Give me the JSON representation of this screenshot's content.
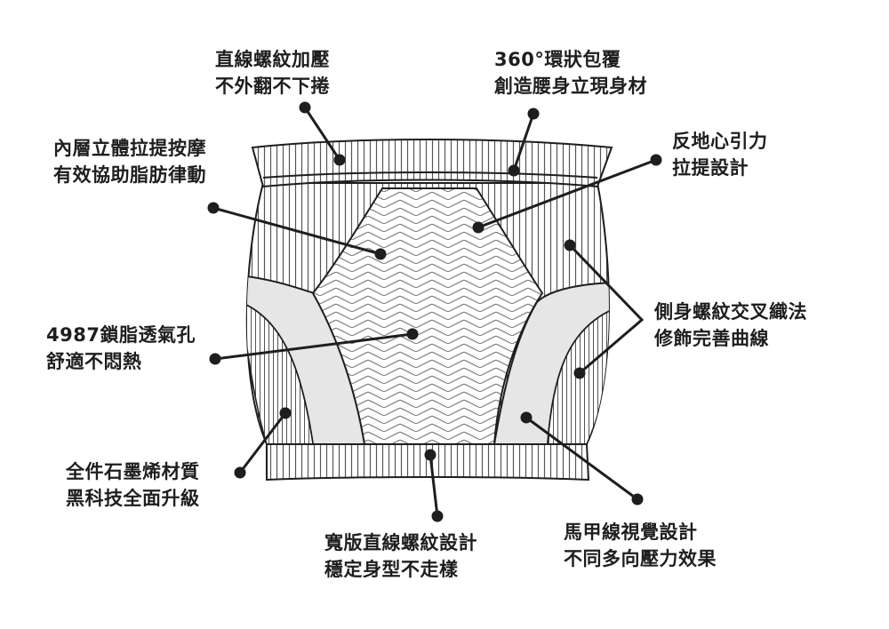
{
  "callouts": [
    {
      "id": "top-left",
      "lines": [
        "直線螺紋加壓",
        "不外翻不下捲"
      ]
    },
    {
      "id": "top-right",
      "lines": [
        "360°環狀包覆",
        "創造腰身立現身材"
      ]
    },
    {
      "id": "inner-massage",
      "lines": [
        "內層立體拉提按摩",
        "有效協助脂肪律動"
      ]
    },
    {
      "id": "anti-gravity",
      "lines": [
        "反地心引力",
        "拉提設計"
      ]
    },
    {
      "id": "side-weave",
      "lines": [
        "側身螺紋交叉織法",
        "修飾完善曲線"
      ]
    },
    {
      "id": "breathable",
      "lines": [
        "4987鎖脂透氣孔",
        "舒適不悶熱"
      ]
    },
    {
      "id": "graphene",
      "lines": [
        "全件石墨烯材質",
        "黑科技全面升級"
      ]
    },
    {
      "id": "wide-band",
      "lines": [
        "寬版直線螺紋設計",
        "穩定身型不走樣"
      ]
    },
    {
      "id": "vest-line",
      "lines": [
        "馬甲線視覺設計",
        "不同多向壓力效果"
      ]
    }
  ],
  "colors": {
    "ink": "#1e1e1e",
    "panel": "#e6e6e6",
    "stripe": "#555555",
    "bg": "#ffffff"
  }
}
